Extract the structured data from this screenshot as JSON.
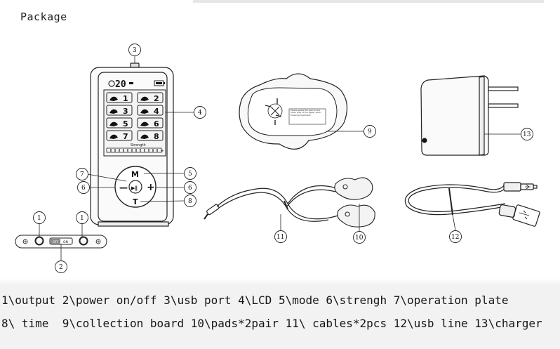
{
  "title": "Package",
  "callouts": [
    "1",
    "1",
    "2",
    "3",
    "4",
    "5",
    "6",
    "6",
    "7",
    "8",
    "9",
    "10",
    "11",
    "12",
    "13"
  ],
  "device": {
    "timer": "20",
    "strength_label": "Strength",
    "buttons": {
      "mode": "M",
      "minus": "—",
      "plus": "+",
      "play": "▶‖",
      "time": "T"
    },
    "lcd_numbers": [
      "1",
      "2",
      "3",
      "4",
      "5",
      "6",
      "7",
      "8"
    ],
    "side_labels": {
      "off": "OFF",
      "on": "ON"
    }
  },
  "collection_board_text": "Please paste the pad on the other side of the paper when finishing treatment",
  "captions": {
    "line1": "1\\output 2\\power on/off 3\\usb port 4\\LCD 5\\mode 6\\strengh 7\\operation plate",
    "line2": "8\\ time  9\\collection board 10\\pads*2pair 11\\ cables*2pcs 12\\usb line 13\\charger"
  }
}
